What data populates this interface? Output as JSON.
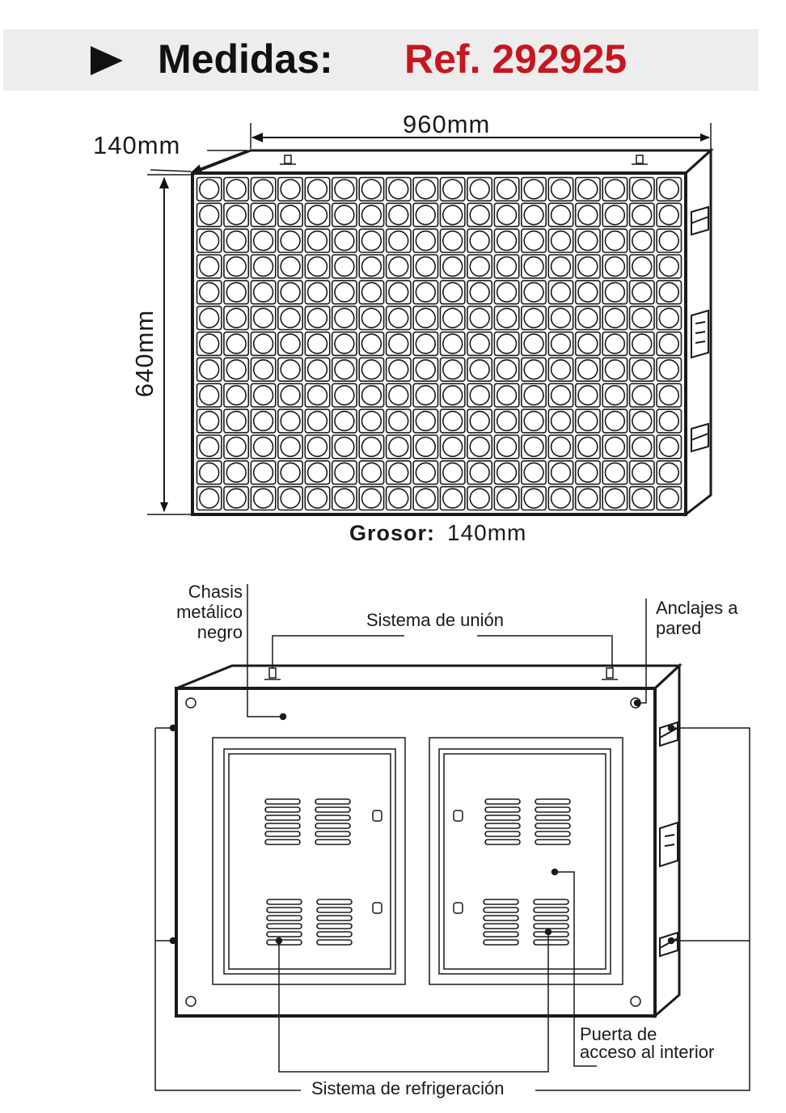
{
  "header": {
    "title": "Medidas:",
    "reference": "Ref. 292925",
    "reference_color": "#c6161f",
    "bullet_icon": "triangle-right-icon"
  },
  "front_view": {
    "width_label": "960mm",
    "height_label": "640mm",
    "depth_label": "140mm",
    "thickness_label": "Grosor:",
    "thickness_value": "140mm",
    "pixel_grid": {
      "columns": 18,
      "rows": 13
    }
  },
  "rear_view": {
    "callouts": {
      "chassis_line1": "Chasis",
      "chassis_line2": "metálico",
      "chassis_line3": "negro",
      "union_system": "Sistema de unión",
      "wall_anchor_line1": "Anclajes a",
      "wall_anchor_line2": "pared",
      "access_door_line1": "Puerta de",
      "access_door_line2": "acceso al interior",
      "cooling_system": "Sistema de refrigeración"
    }
  }
}
